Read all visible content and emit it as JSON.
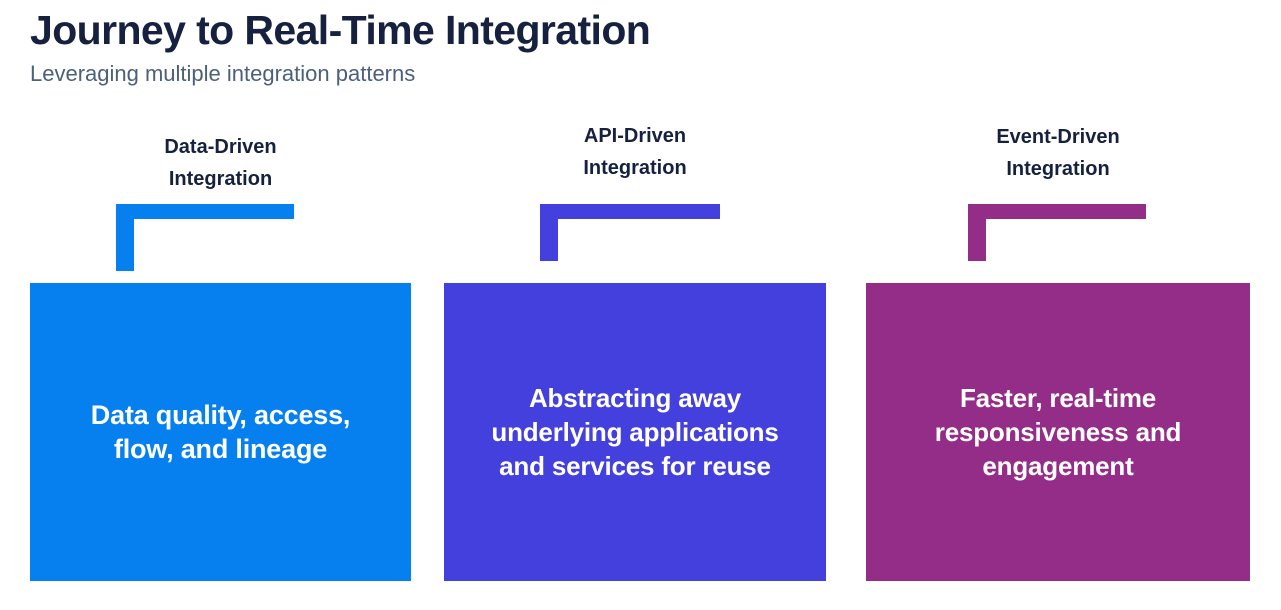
{
  "header": {
    "title": "Journey to Real-Time Integration",
    "subtitle": "Leveraging multiple integration patterns"
  },
  "colors": {
    "background": "#ffffff",
    "title_text": "#16213f",
    "subtitle_text": "#4c6079",
    "card_text": "#ffffff",
    "data_driven": "#0680ee",
    "api_driven": "#4340dd",
    "event_driven": "#932d87"
  },
  "columns": [
    {
      "heading": "Data-Driven\nIntegration",
      "accent_color": "#0680ee",
      "card_text": "Data quality, access,\nflow, and lineage"
    },
    {
      "heading": "API-Driven\nIntegration",
      "accent_color": "#4340dd",
      "card_text": "Abstracting away\nunderlying applications\nand services for reuse"
    },
    {
      "heading": "Event-Driven\nIntegration",
      "accent_color": "#932d87",
      "card_text": "Faster, real-time\nresponsiveness and\nengagement"
    }
  ]
}
